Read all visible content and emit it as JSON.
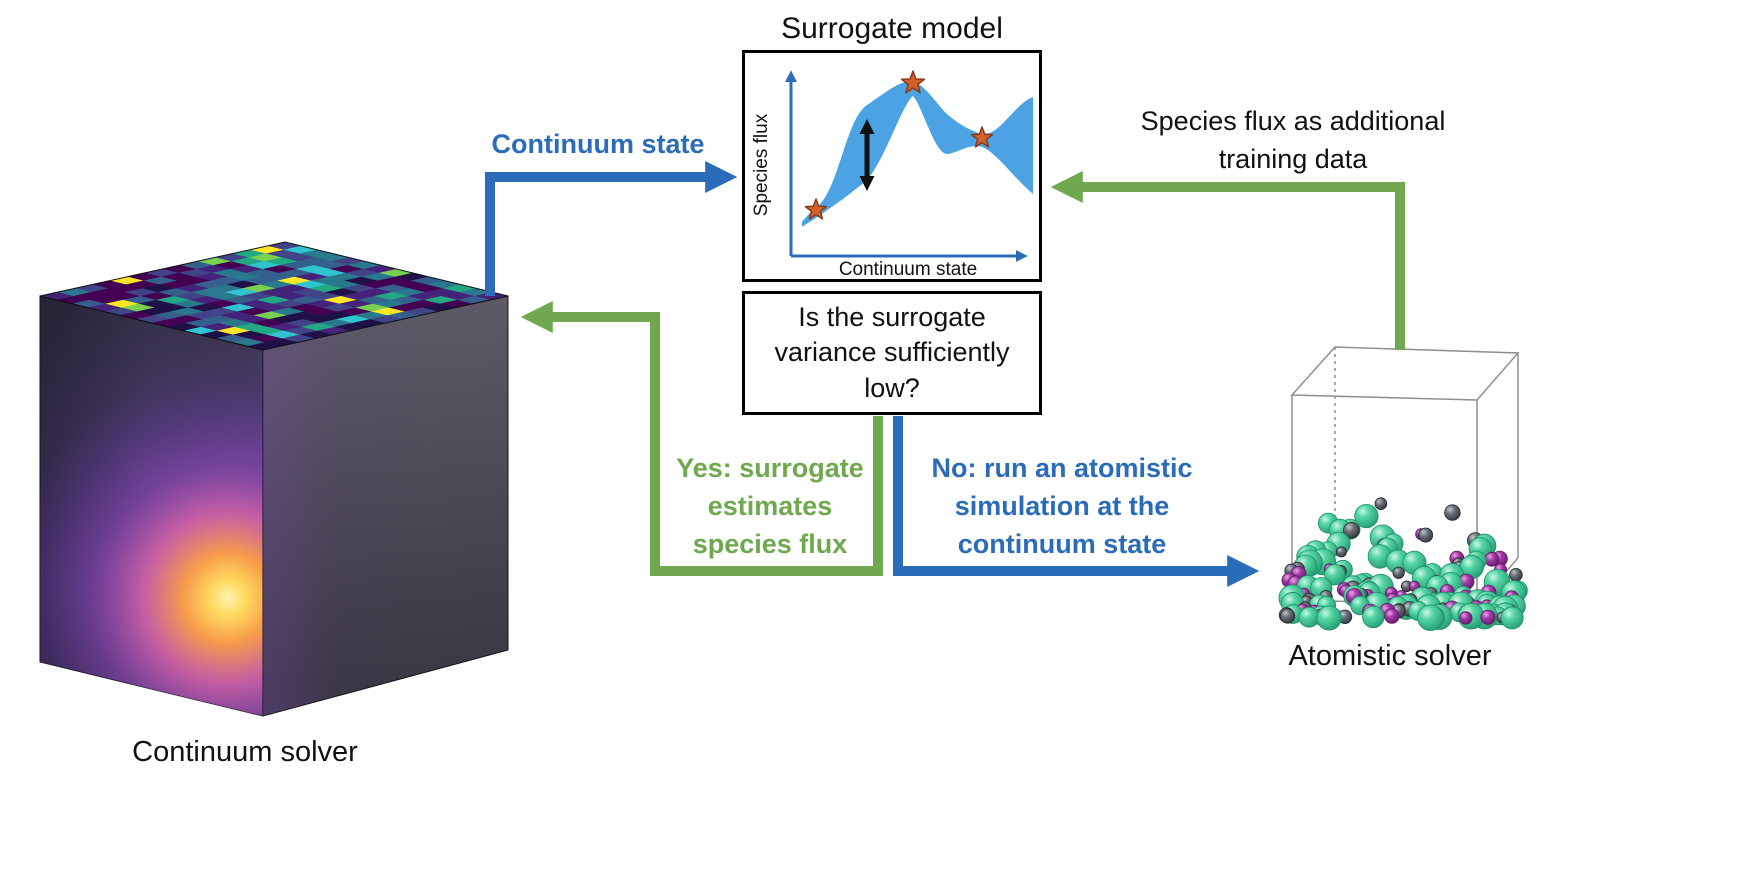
{
  "colors": {
    "arrow_blue": "#2b6cb8",
    "arrow_green": "#6fa84e",
    "band_blue": "#4ba3e3",
    "star_orange": "#d2622a",
    "star_outline": "#8a3a1c"
  },
  "surrogate": {
    "title": "Surrogate model",
    "ylabel": "Species flux",
    "xlabel": "Continuum state",
    "training_points": 3
  },
  "decision": {
    "question": "Is the surrogate variance sufficiently low?"
  },
  "labels": {
    "continuum_state": "Continuum state",
    "training_data": "Species flux as additional training data",
    "yes_branch": "Yes: surrogate estimates species flux",
    "no_branch": "No: run an atomistic simulation at the continuum state",
    "continuum_solver": "Continuum solver",
    "atomistic_solver": "Atomistic solver"
  }
}
